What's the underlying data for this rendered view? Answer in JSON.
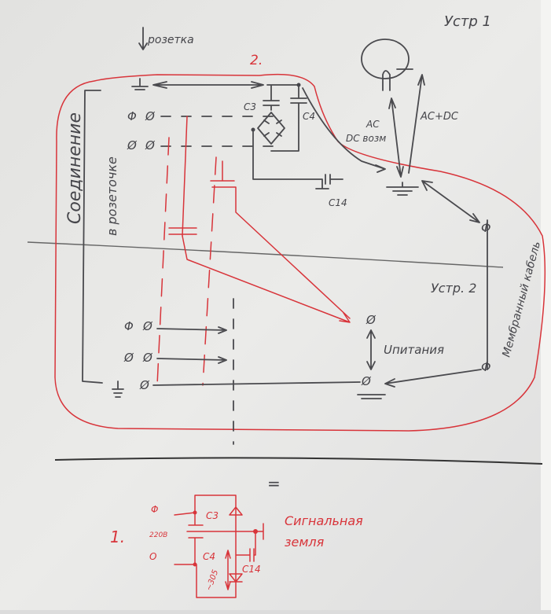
{
  "colors": {
    "paper": "#e6e6e4",
    "pencil": "#4a4a4e",
    "red_pen": "#d8343a"
  },
  "labels": {
    "device1": "Устр 1",
    "socket": "розетка",
    "number2": "2.",
    "c3": "C3",
    "c4": "C4",
    "c14": "C14",
    "ac": "AC",
    "dc_vozm": "DC возм",
    "ac_dc": "AC+DC",
    "connection": "Соединение",
    "in_socket": "в розеточке",
    "device2": "Устр. 2",
    "u_supply": "Uпитания",
    "membrane_cable": "Мембранный кабель",
    "phi": "Φ",
    "zero": "Ø",
    "equals": "="
  },
  "bottom": {
    "number1": "1.",
    "phi": "Φ",
    "zero": "О",
    "voltage_220": "220В",
    "c3": "C3",
    "c4": "C4",
    "c14": "C14",
    "voltage_305": "~305",
    "signal": "Сигнальная",
    "ground": "земля"
  }
}
